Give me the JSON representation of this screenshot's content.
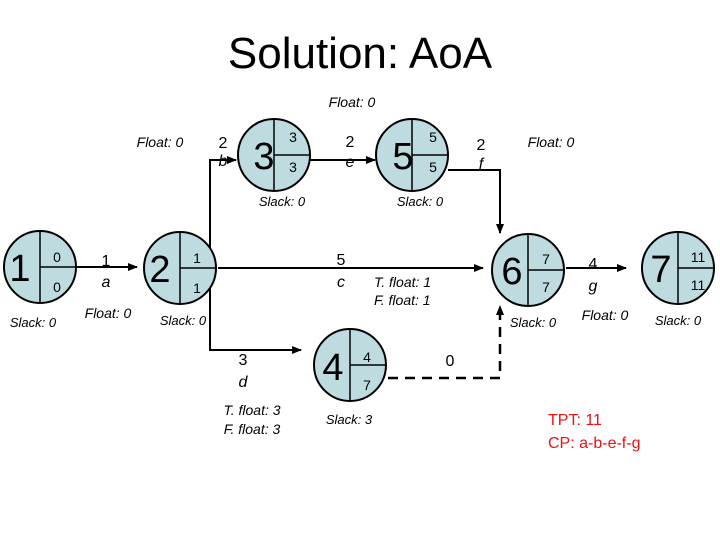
{
  "title": "Solution: AoA",
  "nodes": [
    {
      "id": "1",
      "es": "0",
      "ls": "0",
      "slack": "Slack: 0"
    },
    {
      "id": "2",
      "es": "1",
      "ls": "1",
      "slack": "Slack: 0"
    },
    {
      "id": "3",
      "es": "3",
      "ls": "3",
      "slack": "Slack: 0"
    },
    {
      "id": "4",
      "es": "4",
      "ls": "7",
      "slack": "Slack: 3"
    },
    {
      "id": "5",
      "es": "5",
      "ls": "5",
      "slack": "Slack: 0"
    },
    {
      "id": "6",
      "es": "7",
      "ls": "7",
      "slack": "Slack: 0"
    },
    {
      "id": "7",
      "es": "11",
      "ls": "11",
      "slack": "Slack: 0"
    }
  ],
  "activities": [
    {
      "name": "a",
      "duration": "1",
      "float": "Float: 0"
    },
    {
      "name": "b",
      "duration": "2",
      "float": "Float: 0"
    },
    {
      "name": "c",
      "duration": "5",
      "total_float": "T. float: 1",
      "free_float": "F. float: 1"
    },
    {
      "name": "d",
      "duration": "3",
      "total_float": "T. float: 3",
      "free_float": "F. float: 3"
    },
    {
      "name": "e",
      "duration": "2",
      "float": "Float: 0"
    },
    {
      "name": "f",
      "duration": "2",
      "float": "Float: 0"
    },
    {
      "name": "g",
      "duration": "4",
      "float": "Float: 0"
    },
    {
      "name": "dummy",
      "duration": "0"
    }
  ],
  "summary": {
    "tpt": "TPT: 11",
    "cp": "CP: a-b-e-f-g"
  },
  "colors": {
    "node_fill": "#bedcdf",
    "summary_text": "#ee1111"
  }
}
